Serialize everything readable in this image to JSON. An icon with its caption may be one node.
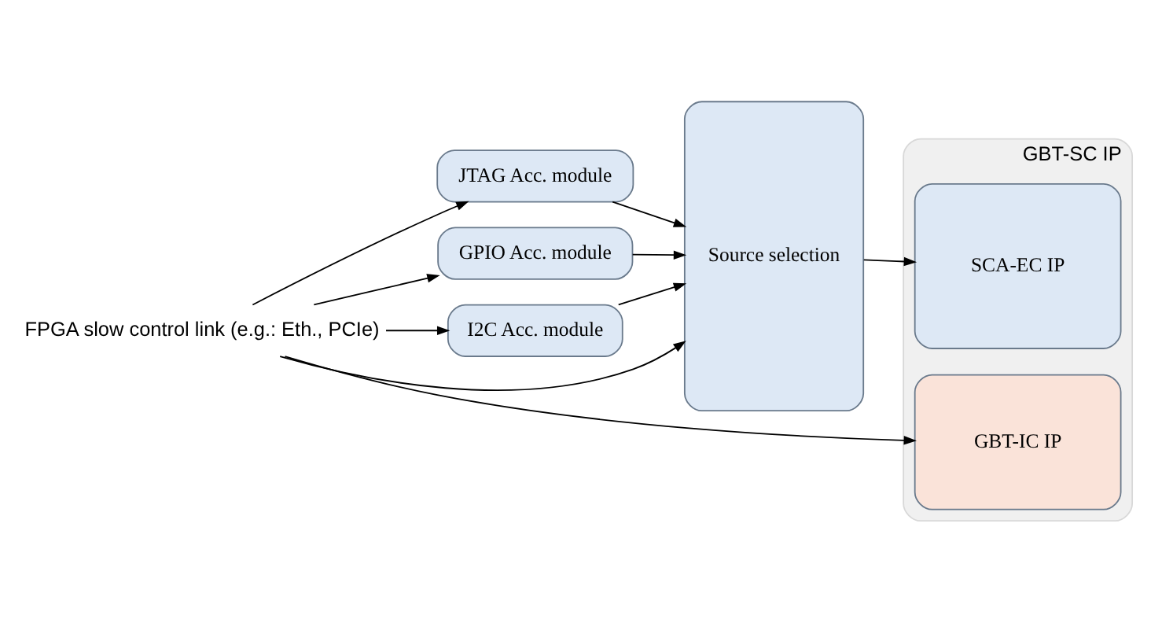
{
  "diagram": {
    "nodes": [
      {
        "text": [
          "FPGA slow control link (e.g.: Eth., PCIe)"
        ]
      },
      {
        "text": [
          "JTAG Acc. module"
        ]
      },
      {
        "text": [
          "GPIO Acc. module"
        ]
      },
      {
        "text": [
          "I2C Acc. module"
        ]
      },
      {
        "text": [
          "Source selection"
        ]
      },
      {
        "text": [
          "GBT-SC IP"
        ]
      },
      {
        "text": [
          "SCA-EC IP"
        ],
        "in": 5
      },
      {
        "text": [
          "GBT-IC IP"
        ],
        "in": 5
      }
    ],
    "edges": [
      {
        "from": 0,
        "to": 4,
        "arrow": "to"
      },
      {
        "from": 0,
        "to": 1,
        "arrow": "to"
      },
      {
        "from": 0,
        "to": 2,
        "arrow": "to"
      },
      {
        "from": 0,
        "to": 3,
        "arrow": "to"
      },
      {
        "from": 0,
        "to": 7,
        "arrow": "to"
      },
      {
        "from": 1,
        "to": 4,
        "arrow": "to"
      },
      {
        "from": 2,
        "to": 4,
        "arrow": "to"
      },
      {
        "from": 3,
        "to": 4,
        "arrow": "to"
      },
      {
        "from": 4,
        "to": 6,
        "arrow": "to"
      }
    ]
  }
}
